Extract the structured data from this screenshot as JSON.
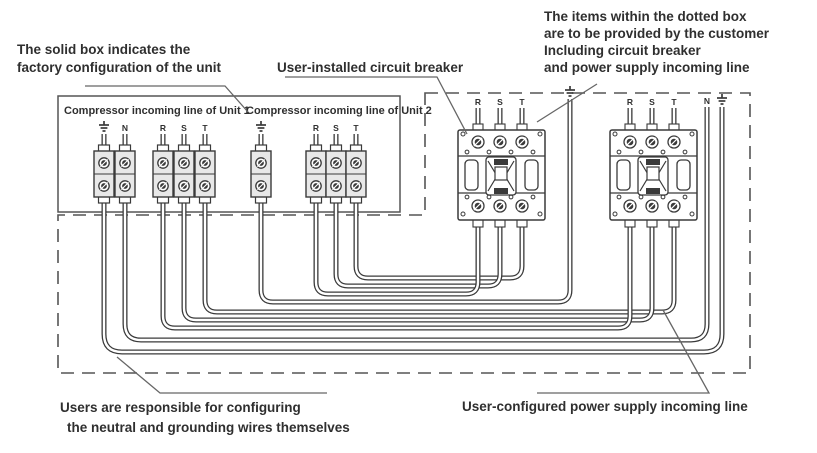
{
  "annotations": {
    "solid_box_note": {
      "line1": "The solid box indicates the",
      "line2": "factory configuration of the unit"
    },
    "breaker_note": "User-installed circuit breaker",
    "dotted_box_note": {
      "line1": "The items within the dotted box",
      "line2": "are to be provided by the customer",
      "line3": "Including circuit breaker",
      "line4": "and power supply incoming line"
    },
    "neutral_note": {
      "line1": "Users are responsible for configuring",
      "line2": "the neutral and grounding wires themselves"
    },
    "power_note": "User-configured power supply incoming line"
  },
  "solid_box": {
    "unit1_caption": "Compressor incoming line of Unit 1",
    "unit2_caption": "Compressor incoming line of Unit 2"
  },
  "labels": {
    "phase_r": "R",
    "phase_s": "S",
    "phase_t": "T",
    "neutral": "N"
  },
  "colors": {
    "line": "#3a3a3a",
    "box_outline": "#555555",
    "text": "#2f2f2f",
    "terminal_fill": "#e8e8e8",
    "background": "#ffffff"
  }
}
